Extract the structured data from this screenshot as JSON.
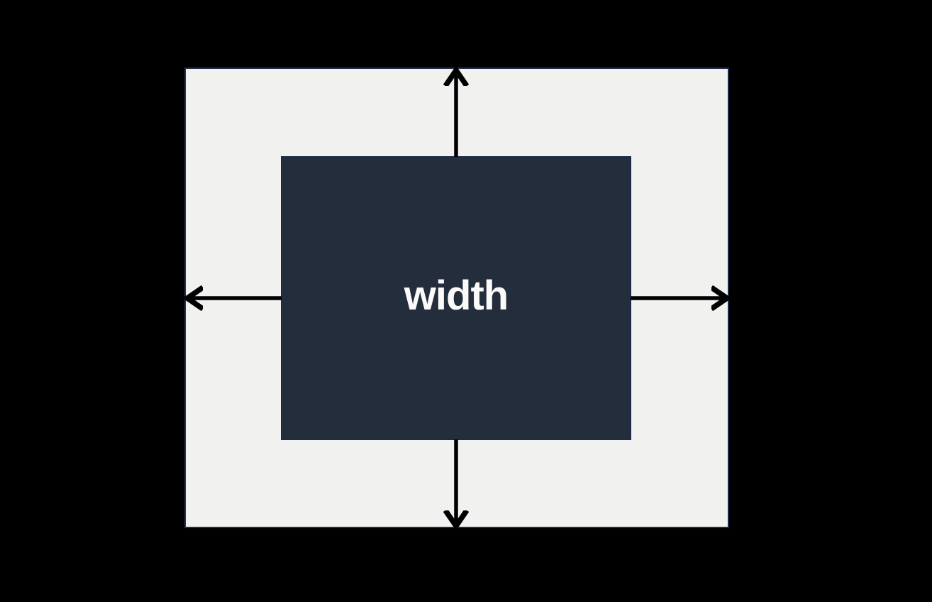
{
  "diagram": {
    "label": "width",
    "arrows": [
      "up",
      "down",
      "left",
      "right"
    ],
    "colors": {
      "background": "#000000",
      "outer_fill": "#f1f1f0",
      "outer_border": "#1e2b49",
      "inner_fill": "#232d3b",
      "inner_border": "#1c2b4d",
      "arrow": "#000000",
      "label_color": "#fafafa"
    }
  }
}
